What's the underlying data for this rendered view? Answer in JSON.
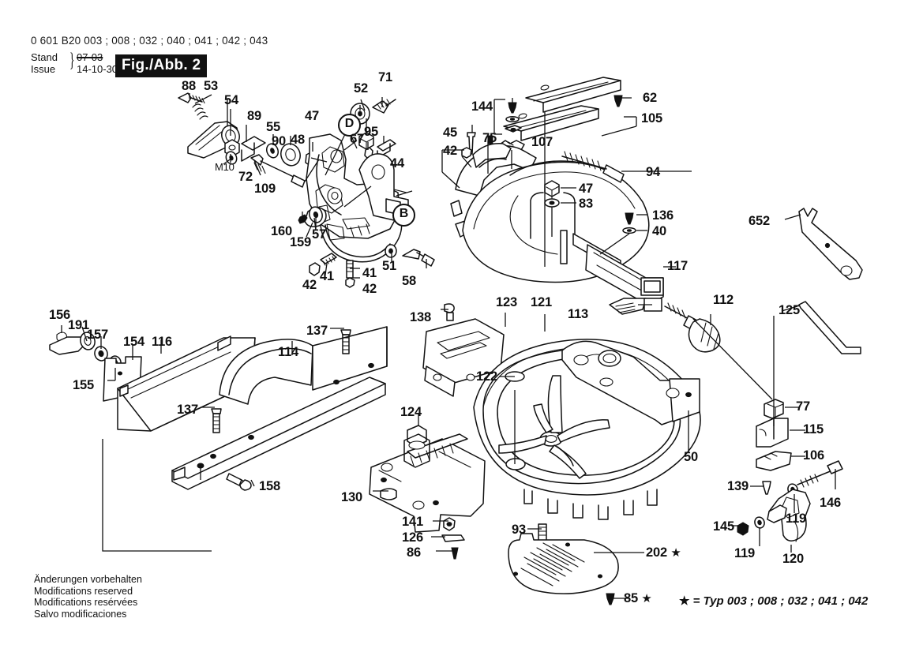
{
  "header": {
    "part_number": "0 601 B20 003 ; 008 ; 032 ; 040 ; 041 ; 042 ; 043",
    "stand_label": "Stand",
    "issue_label": "Issue",
    "date_superseded": "07-03",
    "date_current": "14-10-30",
    "figure_label": "Fig./Abb. 2"
  },
  "footer": {
    "lines": [
      "Änderungen vorbehalten",
      "Modifications reserved",
      "Modifications resérvées",
      "Salvo modificaciones"
    ],
    "line1": "Änderungen vorbehalten",
    "line2": "Modifications reserved",
    "line3": "Modifications resérvées",
    "line4": "Salvo modificaciones",
    "star_legend": "= Typ 003 ; 008 ; 032 ; 041 ; 042",
    "star_symbol": "★"
  },
  "callouts": {
    "c88": "88",
    "c53": "53",
    "c54": "54",
    "c89": "89",
    "c55": "55",
    "c90": "90",
    "c48": "48",
    "c47a": "47",
    "c52": "52",
    "c71": "71",
    "cD": "D",
    "c67": "67",
    "c95": "95",
    "c44": "44",
    "cB": "B",
    "cM10": "M10",
    "c72": "72",
    "c109": "109",
    "c160": "160",
    "c159": "159",
    "c57": "57",
    "c42a": "42",
    "c41a": "41",
    "c41b": "41",
    "c42b": "42",
    "c51": "51",
    "c58": "58",
    "c144": "144",
    "c45": "45",
    "c42c": "42",
    "c75": "75",
    "c107": "107",
    "c62": "62",
    "c105": "105",
    "c94": "94",
    "c47b": "47",
    "c83": "83",
    "c136": "136",
    "c40": "40",
    "c117": "117",
    "c652": "652",
    "c125": "125",
    "c112": "112",
    "c113": "113",
    "c156": "156",
    "c191": "191",
    "c157": "157",
    "c155": "155",
    "c154": "154",
    "c116": "116",
    "c137a": "137",
    "c137b": "137",
    "c114": "114",
    "c158": "158",
    "c138": "138",
    "c123": "123",
    "c121": "121",
    "c122": "122",
    "c124": "124",
    "c130": "130",
    "c141": "141",
    "c126": "126",
    "c86": "86",
    "c93": "93",
    "c50": "50",
    "c202": "202",
    "c85": "85",
    "c77": "77",
    "c115": "115",
    "c106": "106",
    "c139": "139",
    "c146": "146",
    "c119a": "119",
    "c119b": "119",
    "c120": "120",
    "c145": "145",
    "star": "★"
  },
  "colors": {
    "ink": "#111111",
    "paper": "#ffffff",
    "shade": "#e8e8e8"
  }
}
